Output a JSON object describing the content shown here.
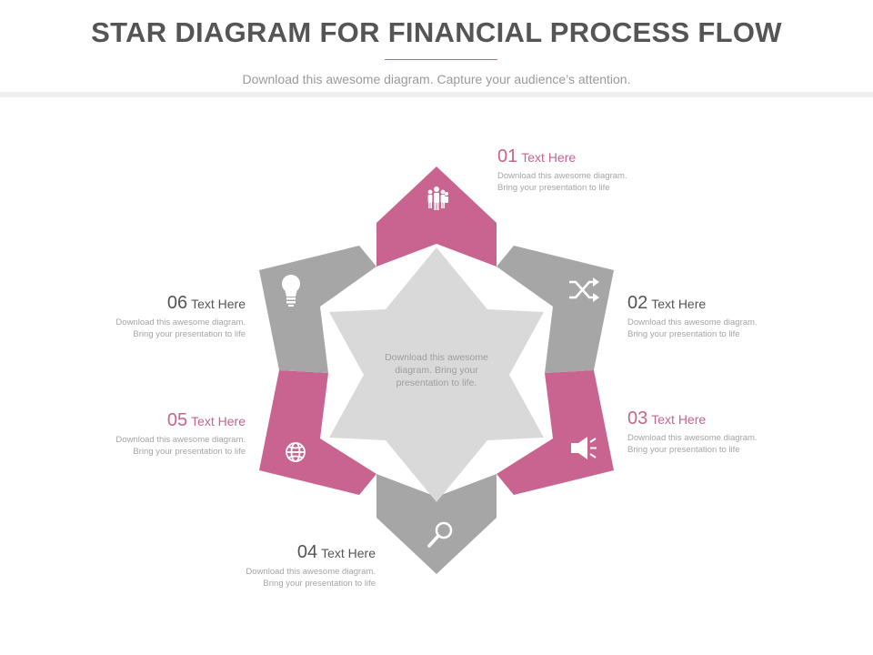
{
  "header": {
    "title": "STAR DIAGRAM FOR FINANCIAL PROCESS FLOW",
    "subtitle": "Download this awesome diagram. Capture your audience’s attention."
  },
  "center": {
    "text": "Download this awesome diagram. Bring your presentation to life."
  },
  "colors": {
    "accent": "#c9638f",
    "gray": "#a6a6a6",
    "star_fill": "#d9d9d9",
    "text_dark": "#555555"
  },
  "steps": [
    {
      "number": "01",
      "title": "Text Here",
      "desc1": "Download this awesome diagram.",
      "desc2": "Bring your presentation to life",
      "icon": "people-icon",
      "color": "pink"
    },
    {
      "number": "02",
      "title": "Text Here",
      "desc1": "Download this awesome diagram.",
      "desc2": "Bring your presentation to life",
      "icon": "shuffle-icon",
      "color": "gray"
    },
    {
      "number": "03",
      "title": "Text Here",
      "desc1": "Download this awesome diagram.",
      "desc2": "Bring your presentation to life",
      "icon": "megaphone-icon",
      "color": "pink"
    },
    {
      "number": "04",
      "title": "Text Here",
      "desc1": "Download this awesome diagram.",
      "desc2": "Bring your presentation to life",
      "icon": "search-icon",
      "color": "gray"
    },
    {
      "number": "05",
      "title": "Text Here",
      "desc1": "Download this awesome diagram.",
      "desc2": "Bring your presentation to life",
      "icon": "globe-icon",
      "color": "pink"
    },
    {
      "number": "06",
      "title": "Text Here",
      "desc1": "Download this awesome diagram.",
      "desc2": "Bring your presentation to life",
      "icon": "lightbulb-icon",
      "color": "gray"
    }
  ]
}
